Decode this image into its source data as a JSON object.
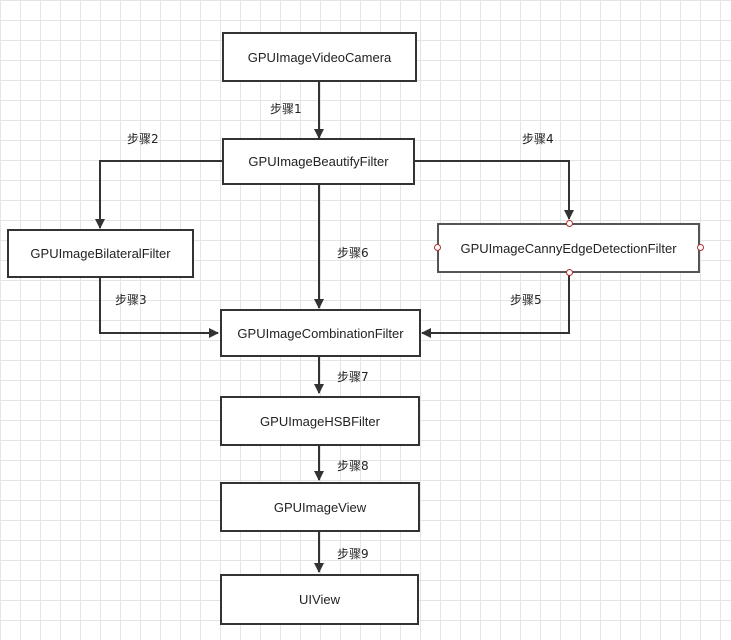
{
  "nodes": {
    "camera": "GPUImageVideoCamera",
    "beautify": "GPUImageBeautifyFilter",
    "bilateral": "GPUImageBilateralFilter",
    "canny": "GPUImageCannyEdgeDetectionFilter",
    "combination": "GPUImageCombinationFilter",
    "hsb": "GPUImageHSBFilter",
    "imageview": "GPUImageView",
    "uiview": "UIView"
  },
  "steps": {
    "s1": "步骤1",
    "s2": "步骤2",
    "s3": "步骤3",
    "s4": "步骤4",
    "s5": "步骤5",
    "s6": "步骤6",
    "s7": "步骤7",
    "s8": "步骤8",
    "s9": "步骤9"
  },
  "colors": {
    "line": "#333333",
    "grid": "#e4e4e4",
    "handle": "#b03030"
  }
}
